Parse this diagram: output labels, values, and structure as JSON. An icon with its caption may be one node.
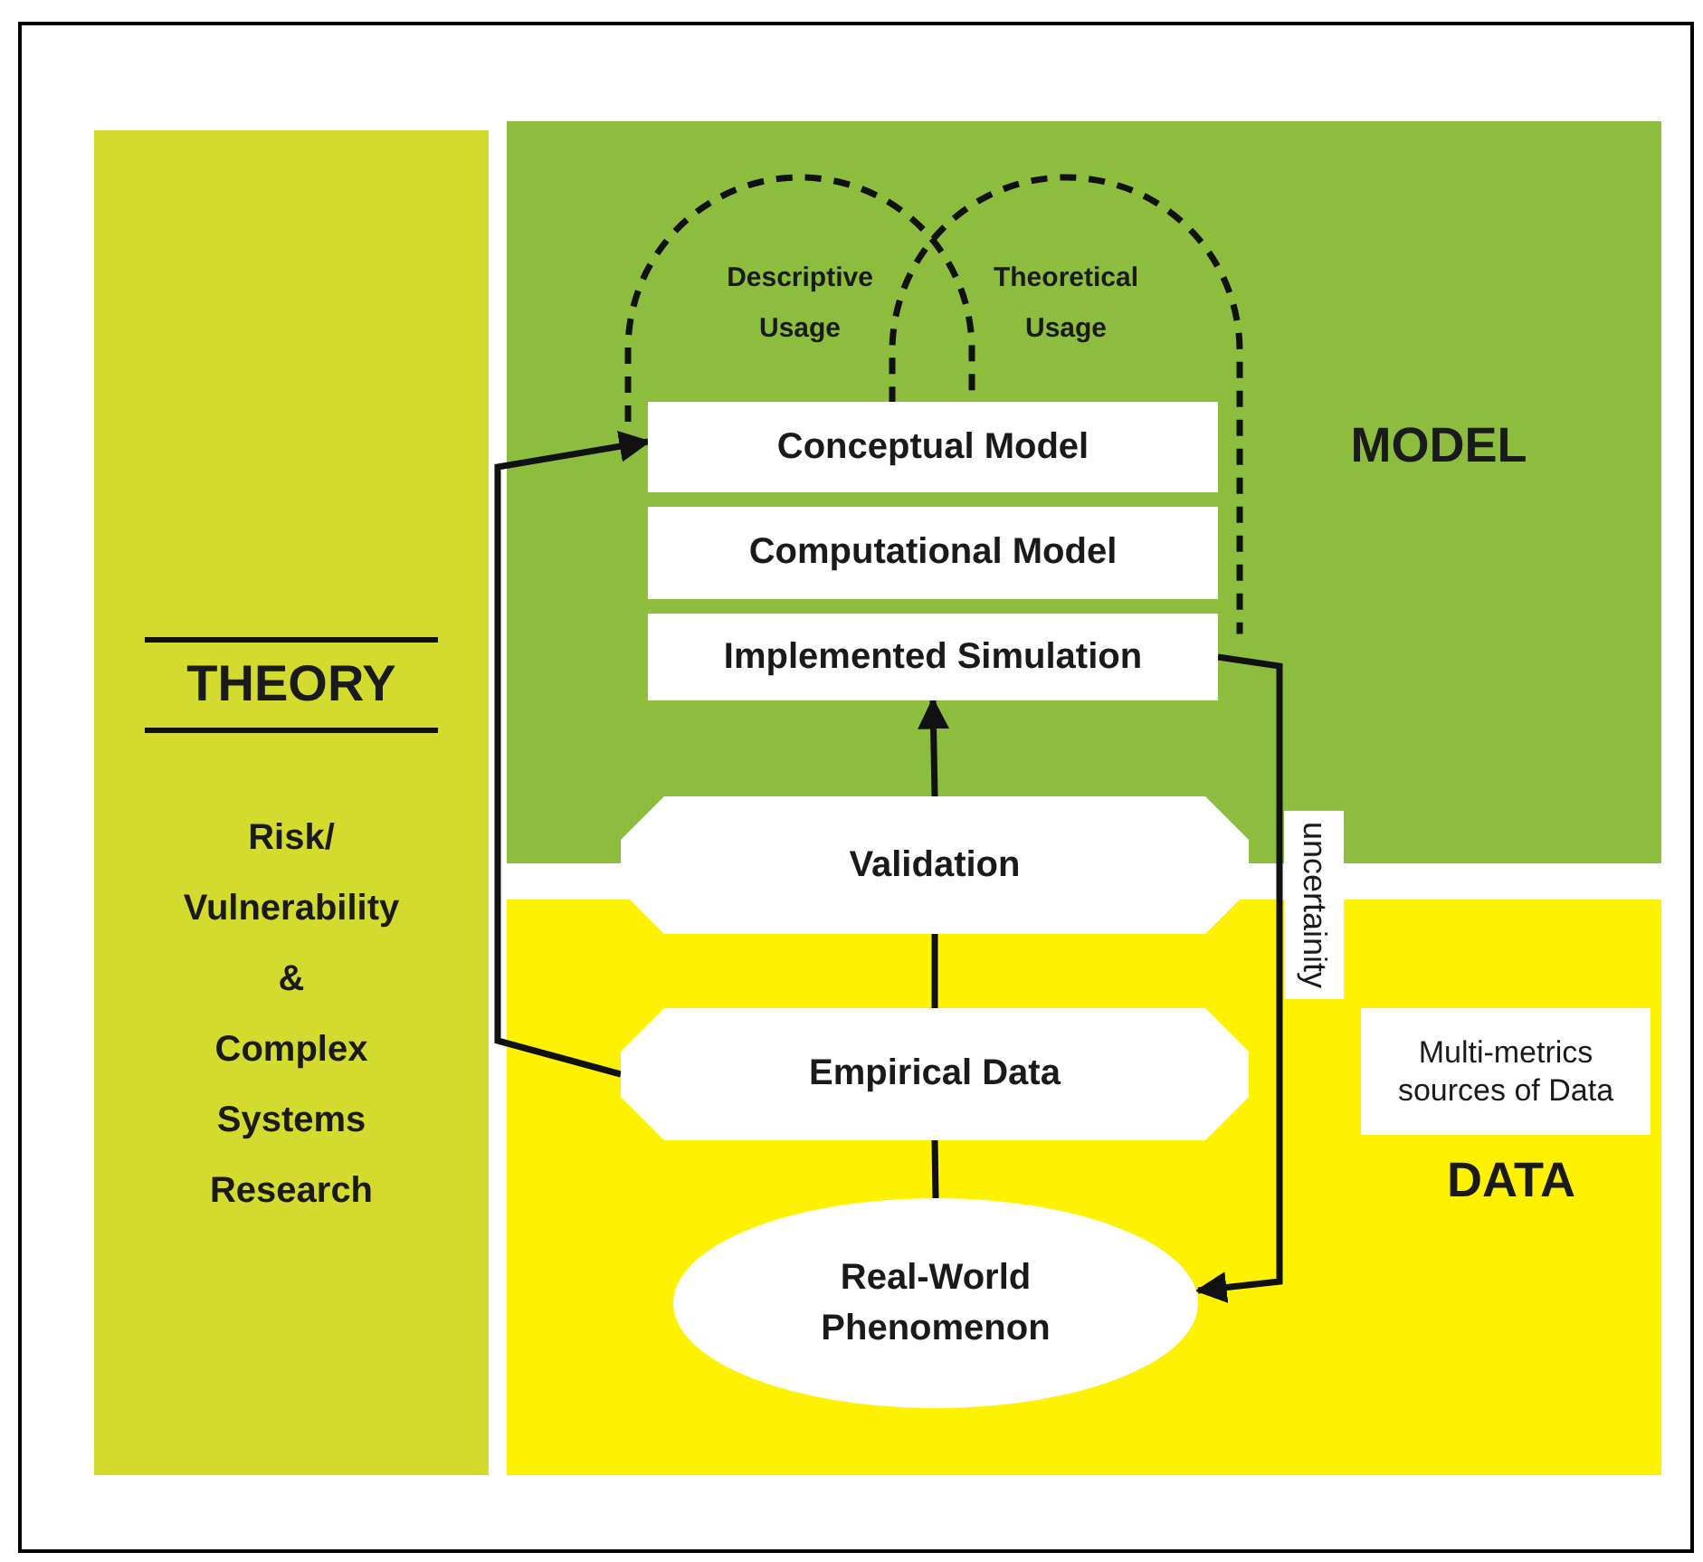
{
  "diagram": {
    "nodes": [
      {
        "text": [
          "THEORY",
          "Risk/ Vulnerability & Complex Systems Research"
        ]
      },
      {
        "text": [
          "MODEL"
        ]
      },
      {
        "text": [
          "DATA"
        ]
      },
      {
        "text": [
          "Descriptive Usage"
        ],
        "in": 1
      },
      {
        "text": [
          "Theoretical Usage"
        ],
        "in": 1
      },
      {
        "text": [
          "Conceptual Model"
        ],
        "in": 1
      },
      {
        "text": [
          "Computational Model"
        ],
        "in": 1
      },
      {
        "text": [
          "Implemented Simulation"
        ],
        "in": 1
      },
      {
        "text": [
          "Validation"
        ]
      },
      {
        "text": [
          "Empirical Data"
        ],
        "in": 2
      },
      {
        "text": [
          "Real-World Phenomenon"
        ],
        "in": 2
      },
      {
        "text": [
          "Multi-metrics sources of Data"
        ],
        "in": 2
      }
    ],
    "edges": [
      {
        "from": 9,
        "to": 5,
        "arrow": "to"
      },
      {
        "from": 8,
        "to": 7,
        "arrow": "to"
      },
      {
        "from": 9,
        "to": 8,
        "arrow": "none"
      },
      {
        "from": 10,
        "to": 9,
        "arrow": "none"
      },
      {
        "from": 7,
        "to": 10,
        "arrow": "to",
        "label": "uncertainity"
      }
    ]
  }
}
